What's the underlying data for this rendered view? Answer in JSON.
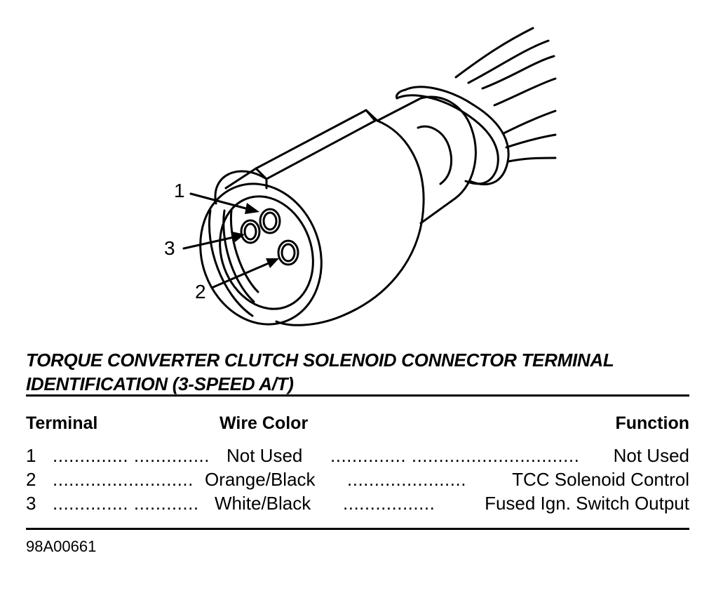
{
  "callouts": [
    "1",
    "3",
    "2"
  ],
  "title": {
    "line1": "TORQUE CONVERTER CLUTCH SOLENOID CONNECTOR TERMINAL",
    "line2": "IDENTIFICATION (3-SPEED A/T)"
  },
  "table": {
    "headers": {
      "terminal": "Terminal",
      "wire_color": "Wire Color",
      "function": "Function"
    },
    "rows": [
      {
        "terminal": "1",
        "wire_color": "Not Used",
        "function": "Not Used"
      },
      {
        "terminal": "2",
        "wire_color": "Orange/Black",
        "function": "TCC Solenoid Control"
      },
      {
        "terminal": "3",
        "wire_color": "White/Black",
        "function": "Fused Ign. Switch Output"
      }
    ]
  },
  "figure_id": "98A00661"
}
